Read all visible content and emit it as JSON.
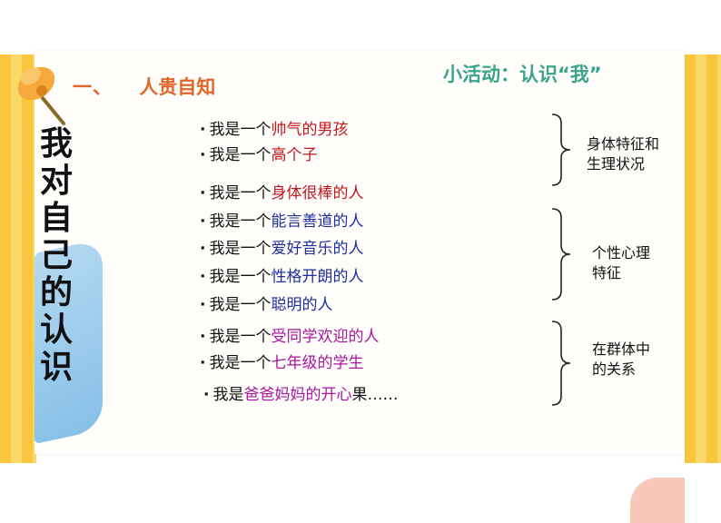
{
  "slide": {
    "section_number": "一、",
    "section_heading": "人贵自知",
    "activity_title": "小活动：认识“我”",
    "vertical_title": "我\n对\n自\n己\n的\n认\n识"
  },
  "statements": [
    {
      "prefix": "我是一个",
      "highlight": "帅气的男孩",
      "suffix": "",
      "color": "#c0161d"
    },
    {
      "prefix": "我是一个",
      "highlight": "高个子",
      "suffix": "",
      "color": "#c0161d"
    },
    {
      "prefix": "我是一个",
      "highlight": "身体很棒的人",
      "suffix": "",
      "color": "#c0161d"
    },
    {
      "prefix": "我是一个",
      "highlight": "能言善道的人",
      "suffix": "",
      "color": "#1f2f9c"
    },
    {
      "prefix": "我是一个",
      "highlight": "爱好音乐的人",
      "suffix": "",
      "color": "#1f2f9c"
    },
    {
      "prefix": "我是一个",
      "highlight": "性格开朗的人",
      "suffix": "",
      "color": "#1f2f9c"
    },
    {
      "prefix": "我是一个",
      "highlight": "聪明的人",
      "suffix": "",
      "color": "#1f2f9c"
    },
    {
      "prefix": "我是一个",
      "highlight": "受同学欢迎的人",
      "suffix": "",
      "color": "#a8159f"
    },
    {
      "prefix": "我是一个",
      "highlight": "七年级的学生",
      "suffix": "",
      "color": "#a8159f"
    },
    {
      "prefix": "我是",
      "highlight": "爸爸妈妈的开心",
      "suffix": "果……",
      "color": "#a8159f"
    }
  ],
  "groups": [
    {
      "label": "身体特征和\n生理状况"
    },
    {
      "label": "个性心理\n特征"
    },
    {
      "label": "在群体中\n的关系"
    }
  ],
  "colors": {
    "stripe_yellow": "#f9c63d",
    "heading_orange": "#e0662b",
    "activity_green": "#3aa38a"
  },
  "icons": {
    "pin": "pushpin-icon",
    "brace": "right-brace-icon"
  }
}
